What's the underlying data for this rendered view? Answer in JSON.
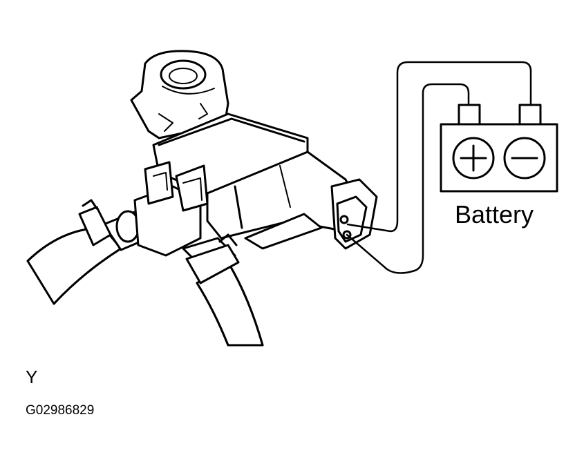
{
  "battery": {
    "label": "Battery",
    "positive_symbol": "+",
    "negative_symbol": "−"
  },
  "view_label": "Y",
  "figure_code": "G02986829"
}
